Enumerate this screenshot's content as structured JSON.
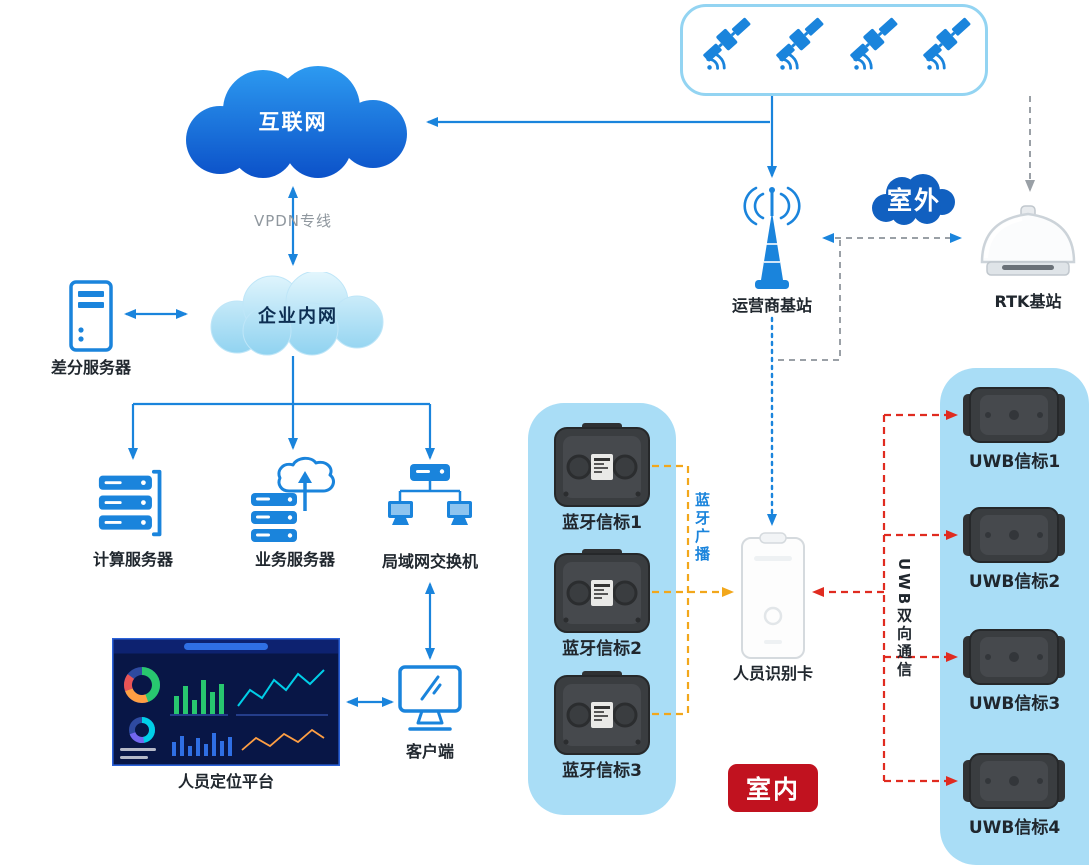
{
  "colors": {
    "primary_blue": "#1a84dc",
    "internet_cloud_top": "#2e9df2",
    "internet_cloud_bottom": "#0b50c8",
    "intranet_cloud_top": "#dcf3fc",
    "intranet_cloud_bottom": "#8fd2f0",
    "panel_light_blue": "#a9ddf6",
    "bluetooth_link_yellow": "#f2a71b",
    "uwb_link_red": "#e02b20",
    "dashed_gray": "#9aa0a6",
    "outdoor_badge_blue": "#1160c0",
    "indoor_badge_red": "#c1121f",
    "device_dark": "#3a3d40"
  },
  "network": {
    "internet": "互联网",
    "vpdn": "VPDN专线",
    "intranet": "企业内网"
  },
  "servers": {
    "diff": "差分服务器",
    "compute": "计算服务器",
    "business": "业务服务器",
    "lan_switch": "局域网交换机"
  },
  "endpoints": {
    "platform": "人员定位平台",
    "client": "客户端",
    "person_card": "人员识别卡"
  },
  "stations": {
    "carrier": "运营商基站",
    "rtk": "RTK基站"
  },
  "zones": {
    "outdoor": "室外",
    "indoor": "室内"
  },
  "links": {
    "bluetooth_broadcast": "蓝牙广播",
    "uwb_bidirectional": "UWB双向通信"
  },
  "bluetooth_beacons": [
    {
      "label": "蓝牙信标1"
    },
    {
      "label": "蓝牙信标2"
    },
    {
      "label": "蓝牙信标3"
    }
  ],
  "uwb_beacons": [
    {
      "label": "UWB信标1"
    },
    {
      "label": "UWB信标2"
    },
    {
      "label": "UWB信标3"
    },
    {
      "label": "UWB信标4"
    }
  ]
}
